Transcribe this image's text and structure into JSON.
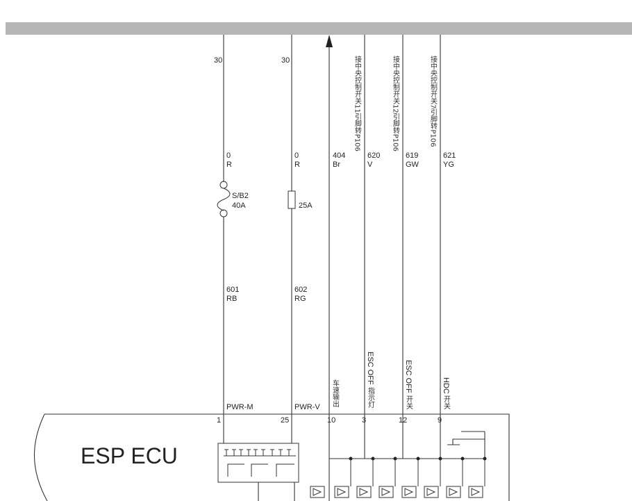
{
  "ecu": {
    "name": "ESP ECU"
  },
  "columns": [
    {
      "id": "c1",
      "top_label": "30",
      "wire_num": "0",
      "wire_color": "R",
      "fuse_name": "S/B2",
      "fuse_rating": "40A",
      "wire_num2": "601",
      "wire_color2": "RB",
      "signal": "PWR-M",
      "pin": "1"
    },
    {
      "id": "c2",
      "top_label": "30",
      "wire_num": "0",
      "wire_color": "R",
      "fuse_rating": "25A",
      "wire_num2": "602",
      "wire_color2": "RG",
      "signal": "PWR-V",
      "pin": "25"
    },
    {
      "id": "c3",
      "wire_num": "404",
      "wire_color": "Br",
      "func_cn": "车速输出",
      "pin": "10"
    },
    {
      "id": "c4",
      "note_cn": "接中央控制开关11引脚转P106",
      "wire_num": "620",
      "wire_color": "V",
      "func_en": "ESC OFF",
      "func_cn": "指示灯",
      "pin": "3"
    },
    {
      "id": "c5",
      "note_cn": "接中央控制开关12引脚转P106",
      "wire_num": "619",
      "wire_color": "GW",
      "func_en": "ESC OFF",
      "func_cn": "开关",
      "pin": "12"
    },
    {
      "id": "c6",
      "note_cn": "接中央控制开关7引脚转P106",
      "wire_num": "621",
      "wire_color": "YG",
      "func_en": "HDC",
      "func_cn": "开关",
      "pin": "9"
    }
  ]
}
